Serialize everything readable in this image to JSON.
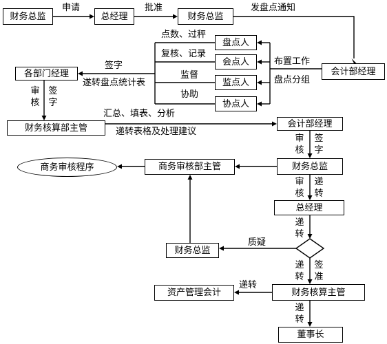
{
  "nodes": {
    "cwzj_top": "财务总监",
    "zjl_top": "总经理",
    "cwzj_mid_top": "财务总监",
    "pandian": "盘点人",
    "huidian": "会点人",
    "jiandian": "监点人",
    "xiedian": "协点人",
    "kjbjl_right": "会计部经理",
    "gbmjl": "各部门经理",
    "cwhsbzg_left": "财务核算部主管",
    "kjbjl_mid": "会计部经理",
    "swshcx": "商务审核程序",
    "swshbzg": "商务审核部主管",
    "cwzj_center": "财务总监",
    "zjl_center": "总经理",
    "cwzj_bottom": "财务总监",
    "zcglkj": "资产管理会计",
    "cwhsbzg_bottom": "财务核算主管",
    "dsz": "董事长"
  },
  "labels": {
    "shenqing": "申请",
    "pizhun": "批准",
    "fapandian": "发盘点通知",
    "dianshu": "点数、过秤",
    "fuhe": "复核、记录",
    "jiandu": "监督",
    "xiezhu": "协助",
    "buzhi": "布置工作",
    "pandianfenzu": "盘点分组",
    "qianzi_top": "签字",
    "suizhuan": "遂转盘点统计表",
    "shenhe_1": "审核",
    "qianzi_1": "签字",
    "huizong": "汇总、填表、分析",
    "dizhuan_table": "递转表格及处理建议",
    "shenhe_2": "审核",
    "qianzi_2": "签字",
    "shenhe_3": "审核",
    "dizhuan_3": "递转",
    "dizhuan_4": "递转",
    "zhiyi": "质疑",
    "dizhuan_5": "递转",
    "qianzhun": "签准",
    "dizhuan_6": "递转",
    "dizhuan_7": "递转"
  }
}
